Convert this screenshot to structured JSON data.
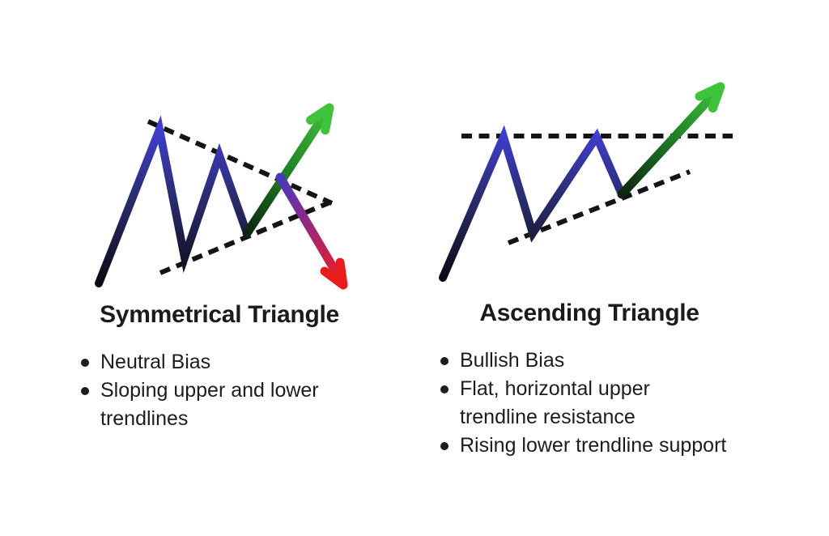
{
  "colors": {
    "background": "#ffffff",
    "heading_text": "#1b1b1b",
    "body_text": "#1d1d1d",
    "trendline_dash": "#141414",
    "price_bottom": "#0a0a12",
    "price_mid": "#272a63",
    "price_top": "#403ecf",
    "green_dark": "#0c2410",
    "green_mid": "#1f7a24",
    "green_bright": "#3fc33c",
    "red_start_indigo": "#4639bb",
    "red_mid_purple": "#8c2a86",
    "red_late_crimson": "#cc2145",
    "red_bright": "#e81c1c"
  },
  "left_panel": {
    "pattern_name": "symmetrical-triangle",
    "title": "Symmetrical Triangle",
    "bullets": [
      "Neutral Bias",
      "Sloping upper and lower\ntrendlines"
    ]
  },
  "right_panel": {
    "pattern_name": "ascending-triangle",
    "title": "Ascending Triangle",
    "bullets": [
      "Bullish Bias",
      "Flat, horizontal upper\ntrendline resistance",
      "Rising lower trendline support"
    ]
  }
}
